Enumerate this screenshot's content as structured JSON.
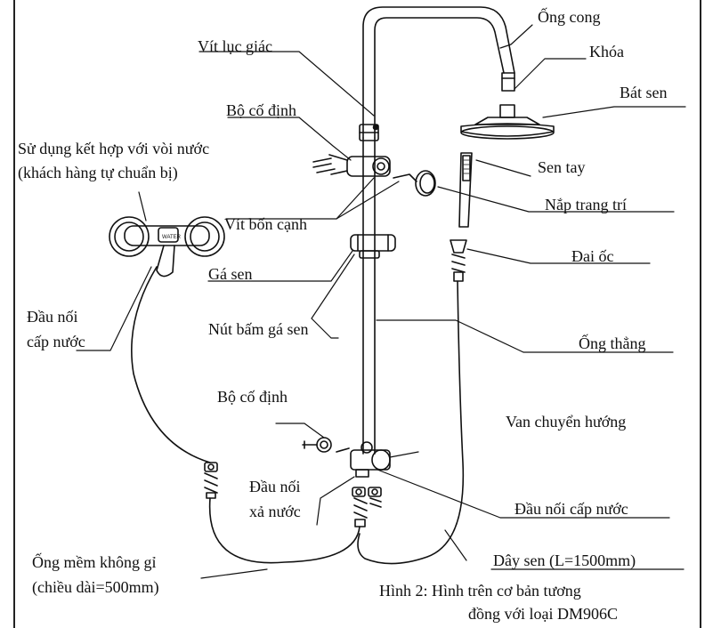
{
  "labels": {
    "ong_cong": "Ống cong",
    "khoa": "Khóa",
    "vit_luc_giac": "Vít lục giác",
    "bat_sen": "Bát sen",
    "bo_co_dinh_top": "Bộ cố định",
    "su_dung_line1": "Sử dụng kết hợp với vòi nước",
    "su_dung_line2": "(khách hàng tự chuẩn bị)",
    "sen_tay": "Sen tay",
    "nap_trang_tri": "Nắp trang trí",
    "vit_bon_canh": "Vít bốn cạnh",
    "dai_oc": "Đai ốc",
    "ga_sen": "Gá sen",
    "dau_noi_cap_nuoc_left_line1": "Đầu nối",
    "dau_noi_cap_nuoc_left_line2": "cấp nước",
    "nut_bam_ga_sen": "Nút bấm gá sen",
    "ong_thang": "Ống thẳng",
    "bo_co_dinh_bottom": "Bộ cố định",
    "van_chuyen_huong": "Van chuyển hướng",
    "dau_noi_xa_nuoc_line1": "Đầu nối",
    "dau_noi_xa_nuoc_line2": "xả nước",
    "dau_noi_cap_nuoc_right": "Đầu  nối cấp nước",
    "ong_mem_line1": "Ống mềm không gỉ",
    "ong_mem_line2": "(chiều dài=500mm)",
    "day_sen": "Dây sen (L=1500mm)",
    "caption_line1": "Hình 2:   Hình trên cơ bản tương",
    "caption_line2": "đồng với loại DM906C"
  }
}
